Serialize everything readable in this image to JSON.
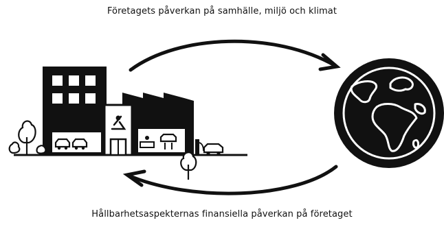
{
  "diagram": {
    "top_label": "Företagets påverkan på samhälle, miljö och klimat",
    "bottom_label": "Hållbarhetsaspekternas finansiella påverkan på företaget",
    "icons": {
      "company": "company-building-illustration",
      "earth": "earth-globe-illustration"
    },
    "colors": {
      "ink": "#111111",
      "background": "#ffffff"
    }
  }
}
